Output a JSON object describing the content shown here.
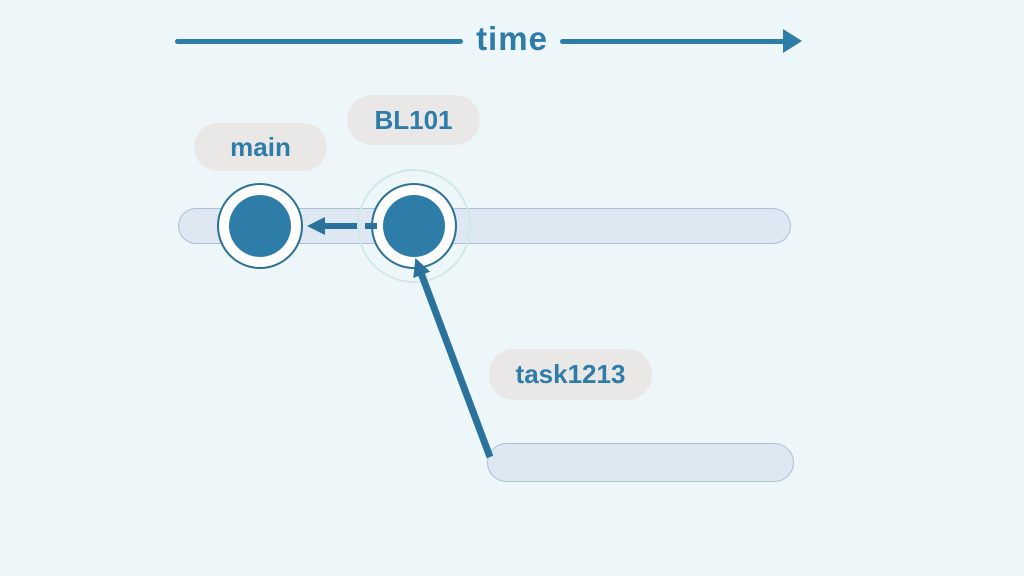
{
  "timeline": {
    "label": "time",
    "direction": "right"
  },
  "branches": {
    "main": {
      "label": "main",
      "commit_count": 2
    },
    "task": {
      "label": "task1213",
      "commit_count": 0,
      "origin": "BL101"
    }
  },
  "tag": {
    "label": "BL101",
    "highlighted": true
  },
  "relations": [
    {
      "type": "parent-pointer",
      "from": "BL101-commit",
      "to": "main-commit",
      "style": "dashed-arrow-left"
    },
    {
      "type": "branch-origin",
      "from": "task1213-branch-start",
      "to": "BL101-commit",
      "style": "solid-arrow-up"
    }
  ],
  "colors": {
    "background": "#edf6f9",
    "accent": "#2e7ca8",
    "arrow": "#2a729c",
    "track_fill": "#dde8f2",
    "track_border": "#a9c1d4",
    "label_bg": "#e9e8e7",
    "node_ring": "#2b7095",
    "node_fill": "#2e7ca8",
    "highlight_halo": "#cfeae3"
  }
}
